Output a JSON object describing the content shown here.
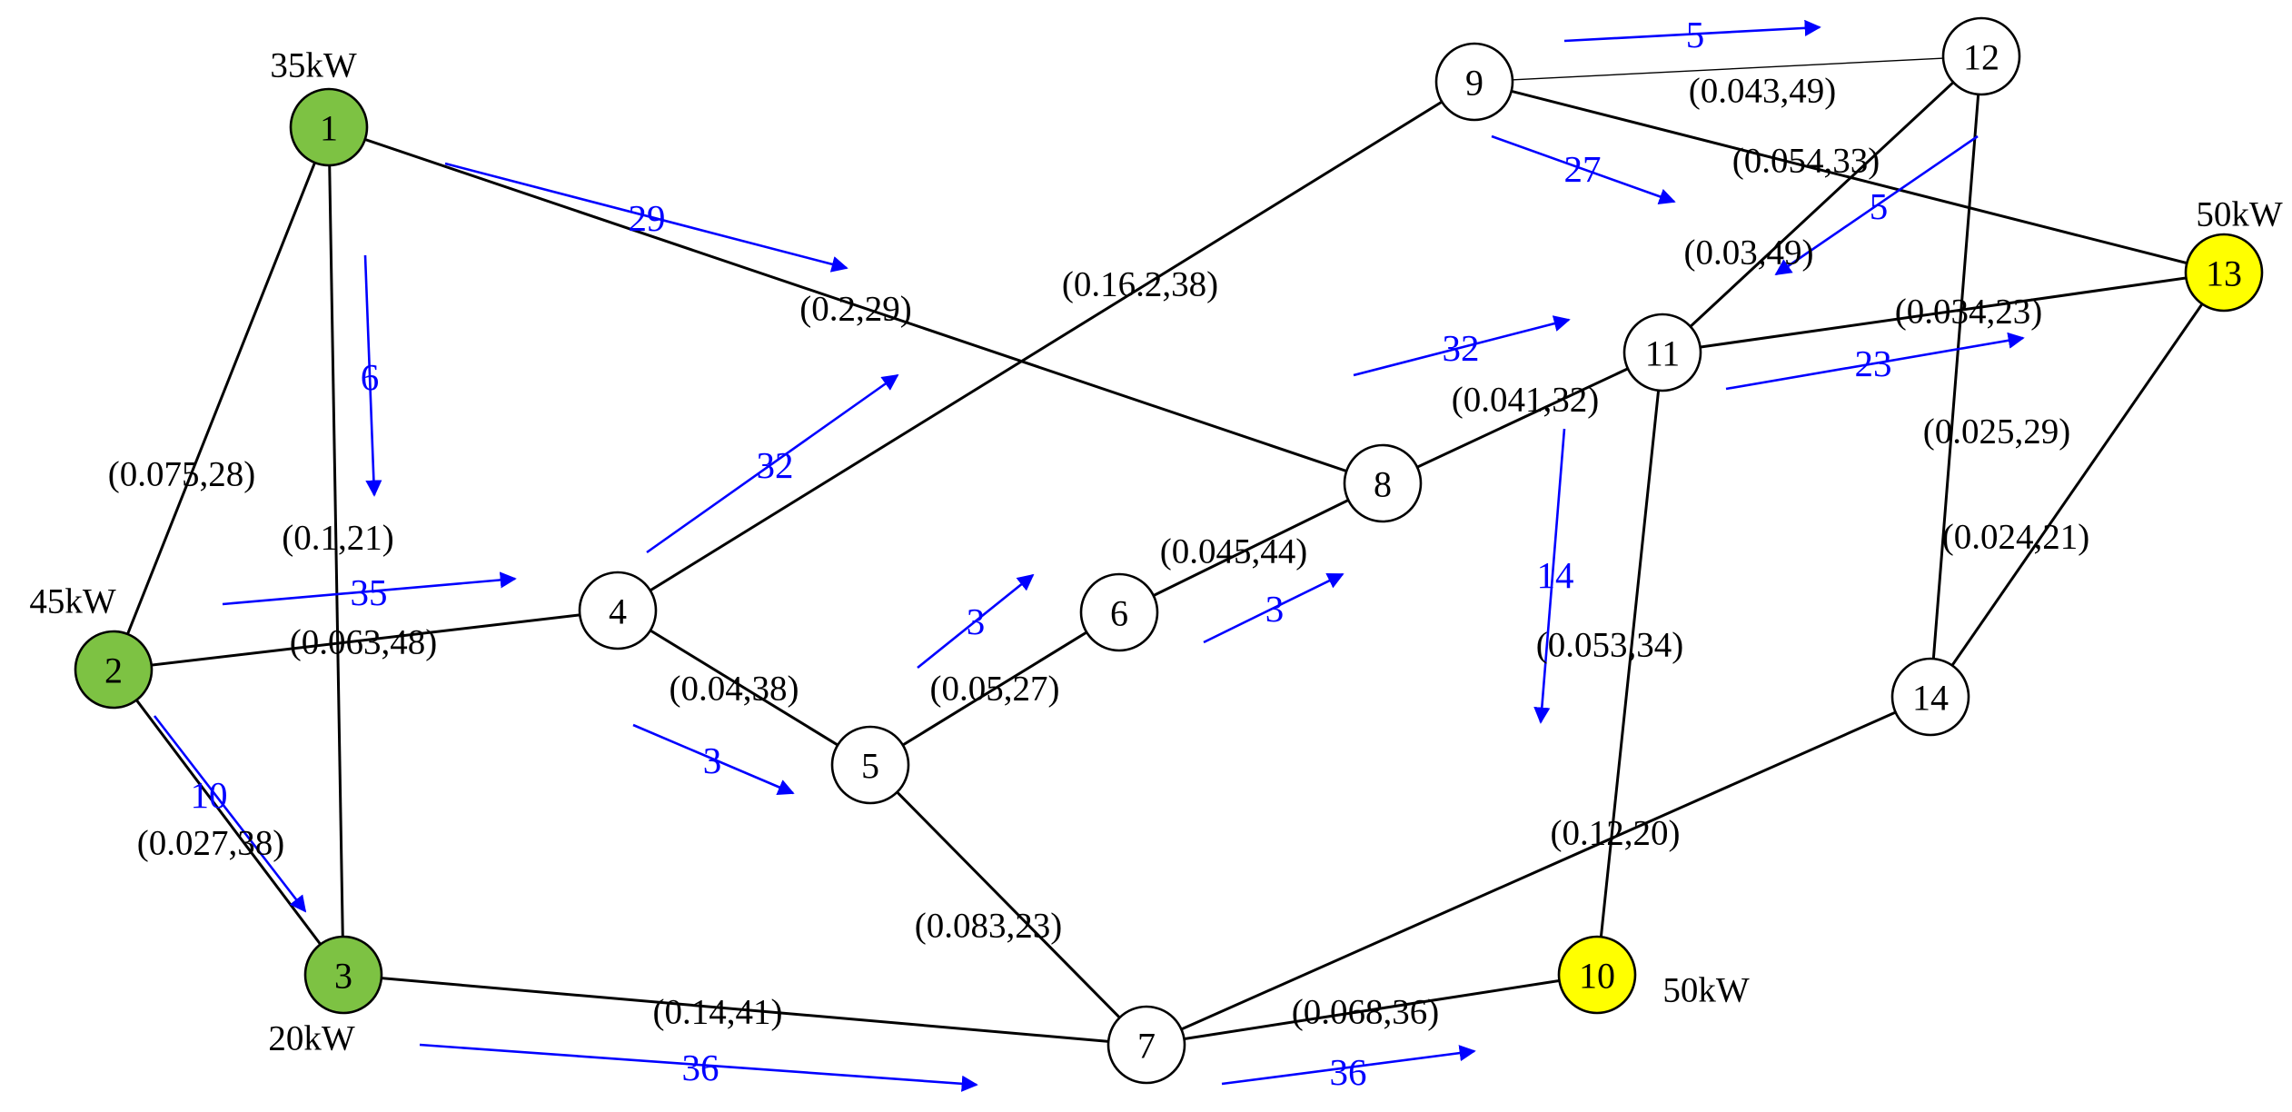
{
  "colors": {
    "generator": "#7dc243",
    "load": "#ffff00",
    "plain": "#ffffff",
    "edge": "#000000",
    "flow": "#0000ff"
  },
  "nodes": [
    {
      "id": "1",
      "label": "1",
      "type": "generator",
      "power": "35kW"
    },
    {
      "id": "2",
      "label": "2",
      "type": "generator",
      "power": "45kW"
    },
    {
      "id": "3",
      "label": "3",
      "type": "generator",
      "power": "20kW"
    },
    {
      "id": "4",
      "label": "4",
      "type": "plain"
    },
    {
      "id": "5",
      "label": "5",
      "type": "plain"
    },
    {
      "id": "6",
      "label": "6",
      "type": "plain"
    },
    {
      "id": "7",
      "label": "7",
      "type": "plain"
    },
    {
      "id": "8",
      "label": "8",
      "type": "plain"
    },
    {
      "id": "9",
      "label": "9",
      "type": "plain"
    },
    {
      "id": "10",
      "label": "10",
      "type": "load",
      "power": "50kW"
    },
    {
      "id": "11",
      "label": "11",
      "type": "plain"
    },
    {
      "id": "12",
      "label": "12",
      "type": "plain"
    },
    {
      "id": "13",
      "label": "13",
      "type": "load",
      "power": "50kW"
    },
    {
      "id": "14",
      "label": "14",
      "type": "plain"
    }
  ],
  "edges": [
    {
      "from": "1",
      "to": "2",
      "label": "(0.075,28)"
    },
    {
      "from": "1",
      "to": "3",
      "label": "(0.1,21)"
    },
    {
      "from": "1",
      "to": "8",
      "label": "(0.2,29)"
    },
    {
      "from": "2",
      "to": "3",
      "label": "(0.027,38)"
    },
    {
      "from": "2",
      "to": "4",
      "label": "(0.063,48)"
    },
    {
      "from": "3",
      "to": "7",
      "label": "(0.14,41)"
    },
    {
      "from": "4",
      "to": "5",
      "label": "(0.04,38)"
    },
    {
      "from": "4",
      "to": "9",
      "label": "(0.16.2,38)"
    },
    {
      "from": "5",
      "to": "6",
      "label": "(0.05,27)"
    },
    {
      "from": "5",
      "to": "7",
      "label": "(0.083,23)"
    },
    {
      "from": "6",
      "to": "8",
      "label": "(0.045,44)"
    },
    {
      "from": "7",
      "to": "10",
      "label": "(0.068,36)"
    },
    {
      "from": "7",
      "to": "14",
      "label": "(0.12,20)"
    },
    {
      "from": "8",
      "to": "11",
      "label": "(0.041,32)"
    },
    {
      "from": "9",
      "to": "12",
      "label": "(0.043,49)"
    },
    {
      "from": "9",
      "to": "13",
      "label": "(0.054,33)"
    },
    {
      "from": "10",
      "to": "11",
      "label": "(0.053,34)"
    },
    {
      "from": "11",
      "to": "12",
      "label": "(0.03,49)"
    },
    {
      "from": "11",
      "to": "13",
      "label": "(0.034,23)"
    },
    {
      "from": "12",
      "to": "14",
      "label": "(0.025,29)"
    },
    {
      "from": "13",
      "to": "14",
      "label": "(0.024,21)"
    }
  ],
  "flows": [
    {
      "from": "1",
      "to": "8",
      "value": "29"
    },
    {
      "from": "1",
      "to": "3",
      "value": "6"
    },
    {
      "from": "2",
      "to": "4",
      "value": "35"
    },
    {
      "from": "2",
      "to": "3",
      "value": "10"
    },
    {
      "from": "3",
      "to": "7",
      "value": "36"
    },
    {
      "from": "4",
      "to": "9",
      "value": "32"
    },
    {
      "from": "4",
      "to": "5",
      "value": "3"
    },
    {
      "from": "5",
      "to": "6",
      "value": "3"
    },
    {
      "from": "6",
      "to": "8",
      "value": "3"
    },
    {
      "from": "7",
      "to": "10",
      "value": "36"
    },
    {
      "from": "8",
      "to": "11",
      "value": "32"
    },
    {
      "from": "9",
      "to": "12",
      "value": "5"
    },
    {
      "from": "9",
      "to": "13",
      "value": "27"
    },
    {
      "from": "12",
      "to": "11",
      "value": "5"
    },
    {
      "from": "11",
      "to": "13",
      "value": "23"
    },
    {
      "from": "11",
      "to": "10",
      "value": "14"
    }
  ]
}
